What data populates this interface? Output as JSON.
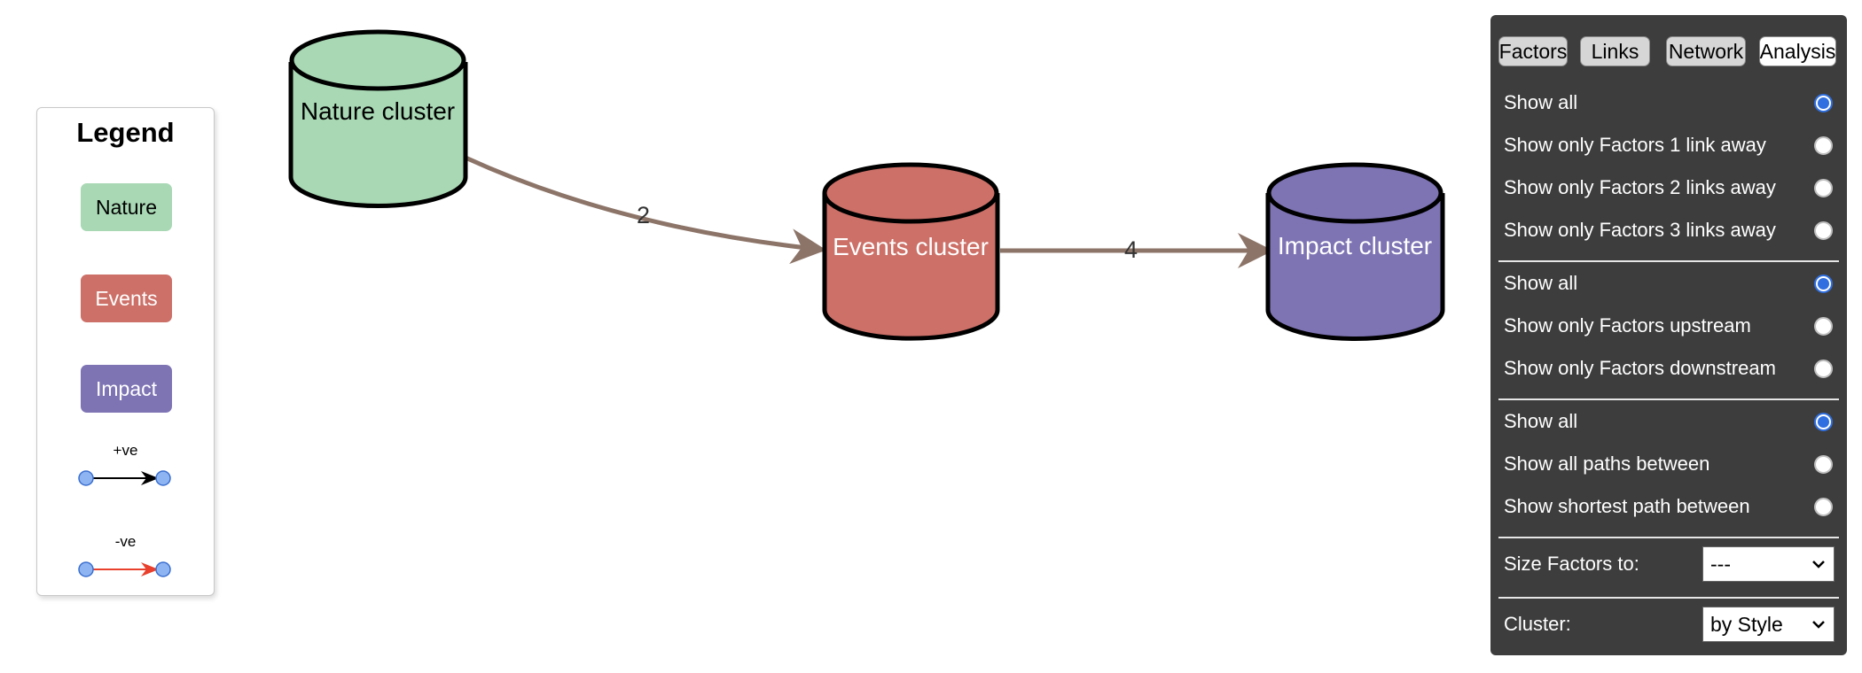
{
  "legend": {
    "title": "Legend",
    "items": [
      {
        "label": "Nature",
        "color": "#a8d8b4",
        "text_color": "#000000"
      },
      {
        "label": "Events",
        "color": "#cc7068",
        "text_color": "#ffffff"
      },
      {
        "label": "Impact",
        "color": "#7e74b4",
        "text_color": "#ffffff"
      }
    ],
    "positive_edge": {
      "label": "+ve",
      "color": "#000000"
    },
    "negative_edge": {
      "label": "-ve",
      "color": "#e8402c"
    }
  },
  "network": {
    "nodes": [
      {
        "id": "nature",
        "label": "Nature cluster",
        "color": "#a8d8b4",
        "text_color": "#000000"
      },
      {
        "id": "events",
        "label": "Events cluster",
        "color": "#cc7068",
        "text_color": "#ffffff"
      },
      {
        "id": "impact",
        "label": "Impact cluster",
        "color": "#7e74b4",
        "text_color": "#ffffff"
      }
    ],
    "edges": [
      {
        "from": "nature",
        "to": "events",
        "label": "2",
        "color": "#8c7468"
      },
      {
        "from": "events",
        "to": "impact",
        "label": "4",
        "color": "#8c7468"
      }
    ]
  },
  "panel": {
    "tabs": [
      {
        "label": "Factors",
        "active": false
      },
      {
        "label": "Links",
        "active": false
      },
      {
        "label": "Network",
        "active": false
      },
      {
        "label": "Analysis",
        "active": true
      }
    ],
    "group1": [
      {
        "label": "Show all",
        "checked": true
      },
      {
        "label": "Show only Factors 1 link away",
        "checked": false
      },
      {
        "label": "Show only Factors 2 links away",
        "checked": false
      },
      {
        "label": "Show only Factors 3 links away",
        "checked": false
      }
    ],
    "group2": [
      {
        "label": "Show all",
        "checked": true
      },
      {
        "label": "Show only Factors upstream",
        "checked": false
      },
      {
        "label": "Show only Factors downstream",
        "checked": false
      }
    ],
    "group3": [
      {
        "label": "Show all",
        "checked": true
      },
      {
        "label": "Show all paths between",
        "checked": false
      },
      {
        "label": "Show shortest path between",
        "checked": false
      }
    ],
    "size_factors": {
      "label": "Size Factors to:",
      "value": "---"
    },
    "cluster": {
      "label": "Cluster:",
      "value": "by Style"
    },
    "accent_color": "#2f6fe0"
  }
}
